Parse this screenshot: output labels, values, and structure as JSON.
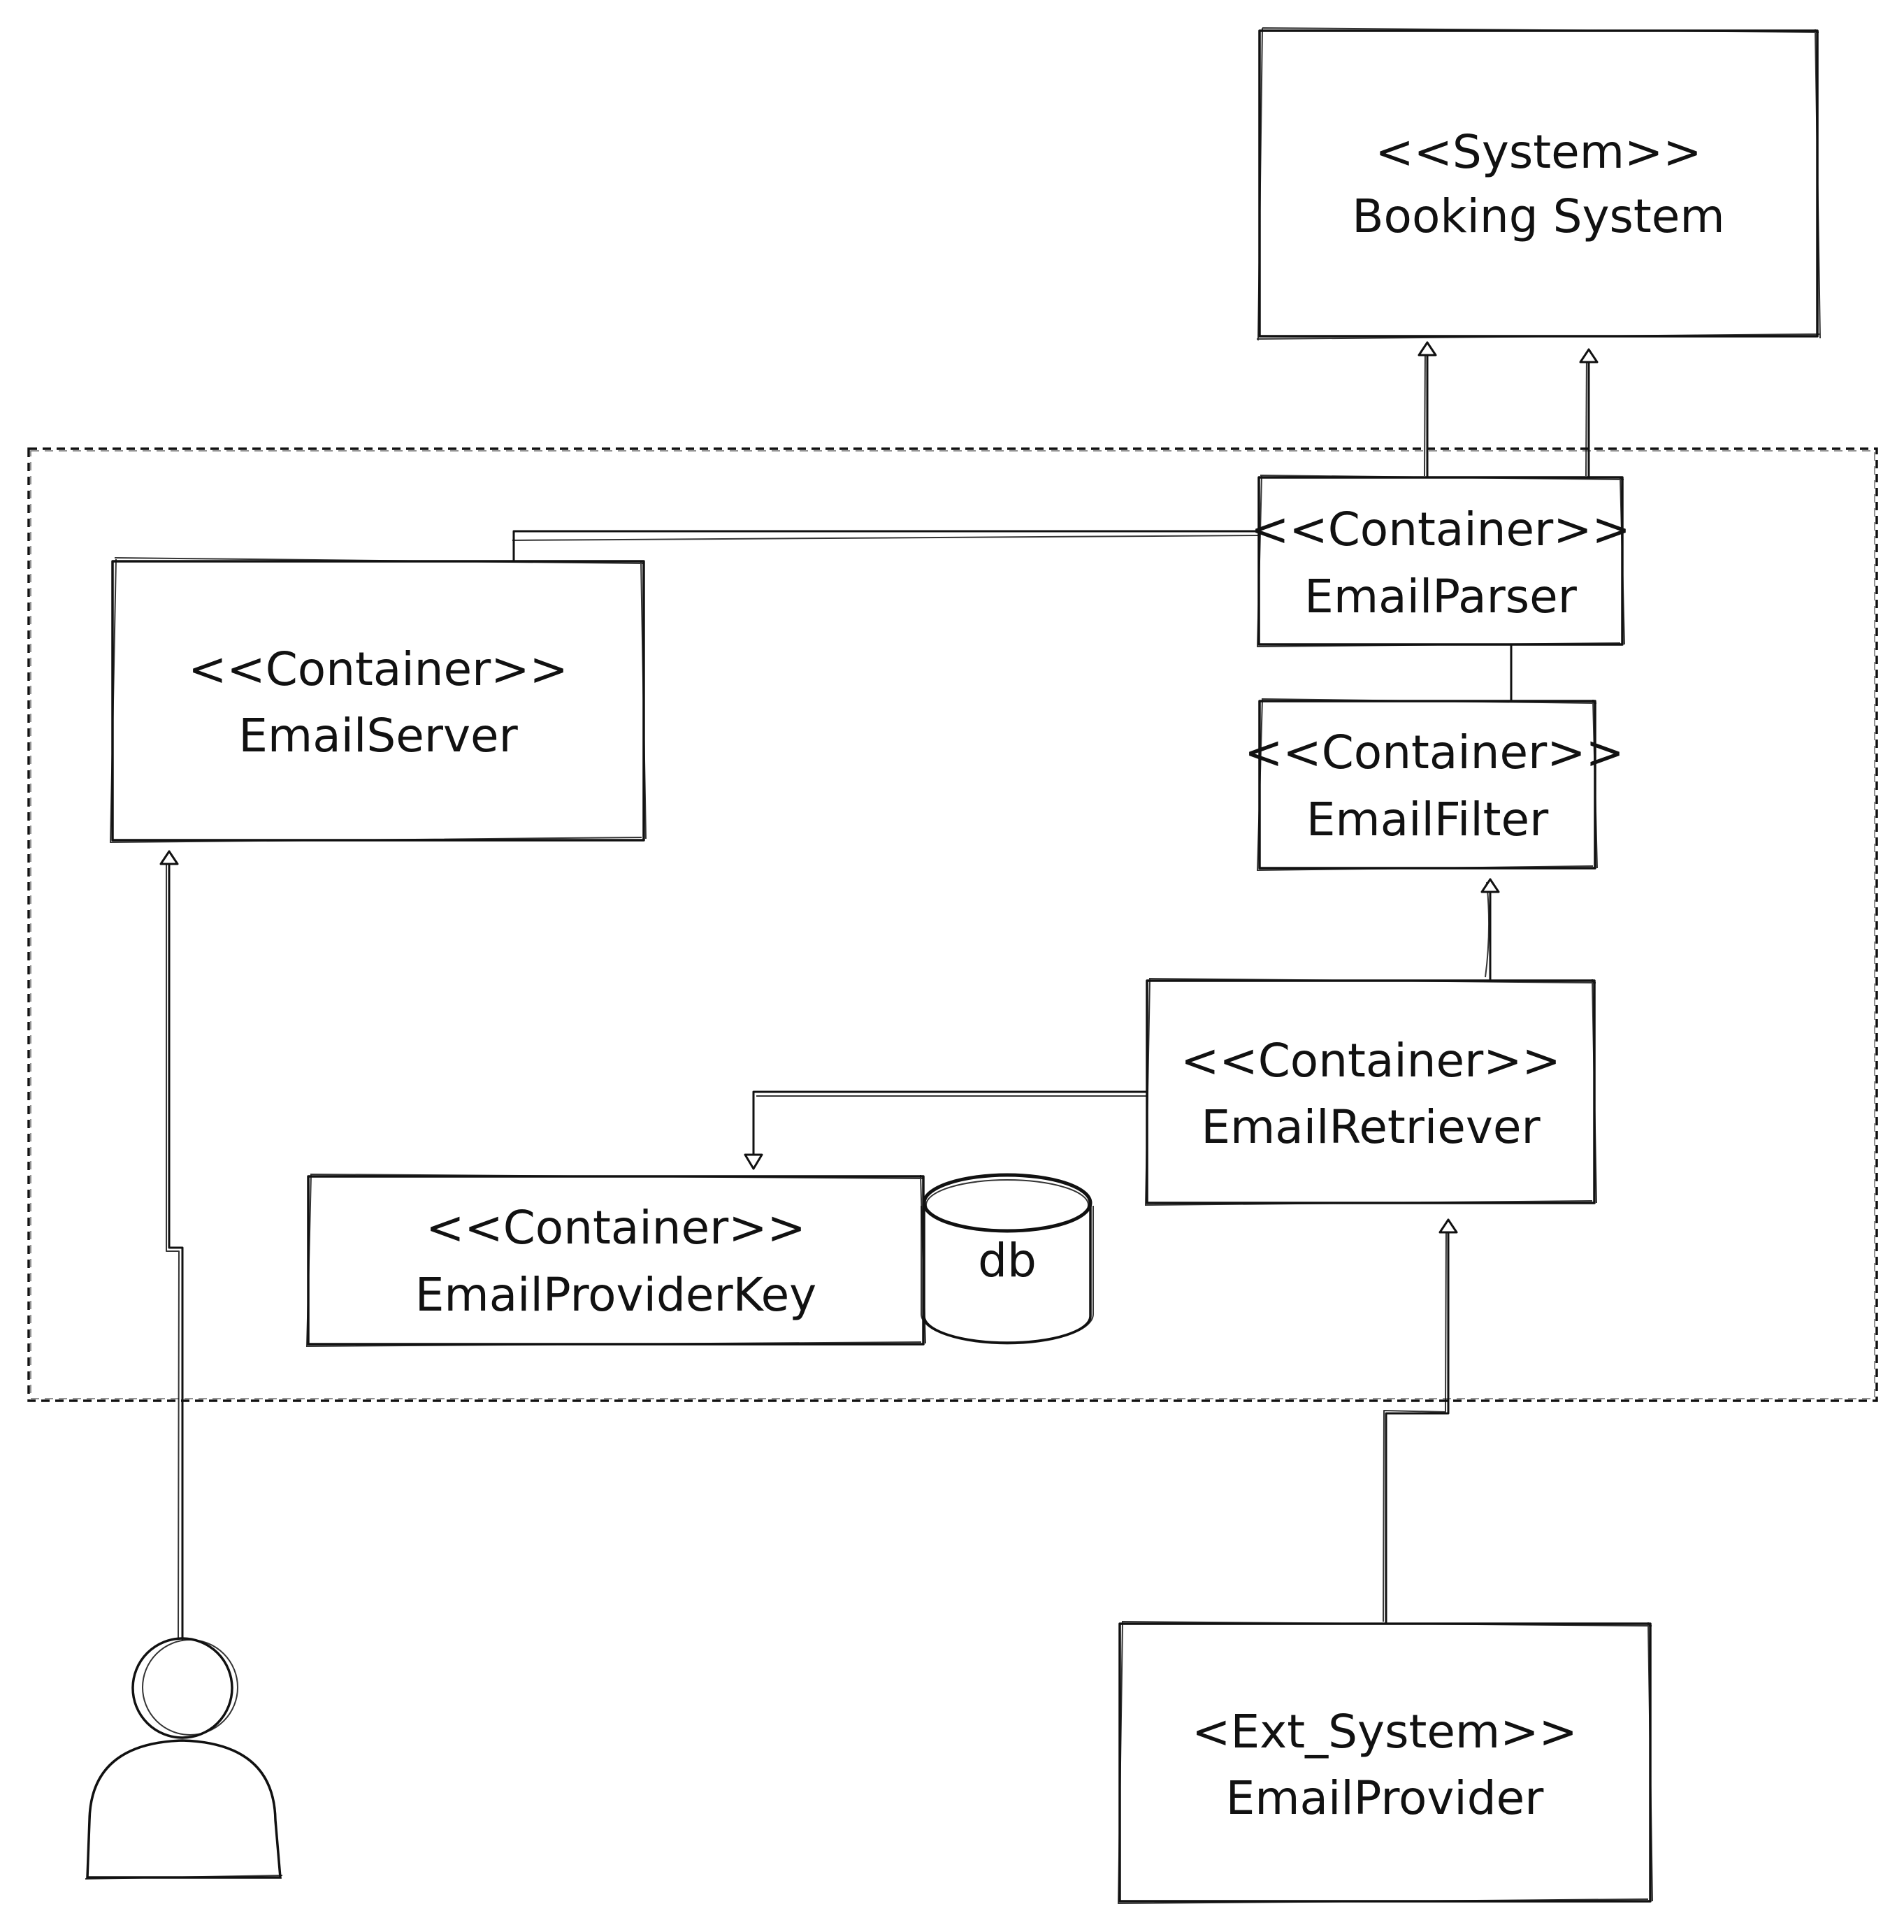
{
  "nodes": {
    "booking_system": {
      "stereotype": "<<System>>",
      "name": "Booking System"
    },
    "email_parser": {
      "stereotype": "<<Container>>",
      "name": "EmailParser"
    },
    "email_server": {
      "stereotype": "<<Container>>",
      "name": "EmailServer"
    },
    "email_filter": {
      "stereotype": "<<Container>>",
      "name": "EmailFilter"
    },
    "email_retriever": {
      "stereotype": "<<Container>>",
      "name": "EmailRetriever"
    },
    "email_provider_key": {
      "stereotype": "<<Container>>",
      "name": "EmailProviderKey"
    },
    "database": {
      "label": "db"
    },
    "email_provider": {
      "stereotype": "<Ext_System>>",
      "name": "EmailProvider"
    }
  },
  "connections": [
    {
      "from": "email_parser",
      "to": "booking_system",
      "arrow": true
    },
    {
      "from": "email_parser",
      "to": "booking_system",
      "arrow": true
    },
    {
      "from": "email_parser",
      "to": "email_server",
      "arrow": false
    },
    {
      "from": "email_parser",
      "to": "email_filter",
      "arrow": false
    },
    {
      "from": "email_retriever",
      "to": "email_filter",
      "arrow": true
    },
    {
      "from": "email_retriever",
      "to": "email_provider_key",
      "arrow": true
    },
    {
      "from": "email_provider",
      "to": "email_retriever",
      "arrow": true
    },
    {
      "from": "user",
      "to": "email_server",
      "arrow": true
    }
  ],
  "style": {
    "stroke_color": "#111111",
    "background": "#ffffff",
    "boundary": "dashed"
  }
}
